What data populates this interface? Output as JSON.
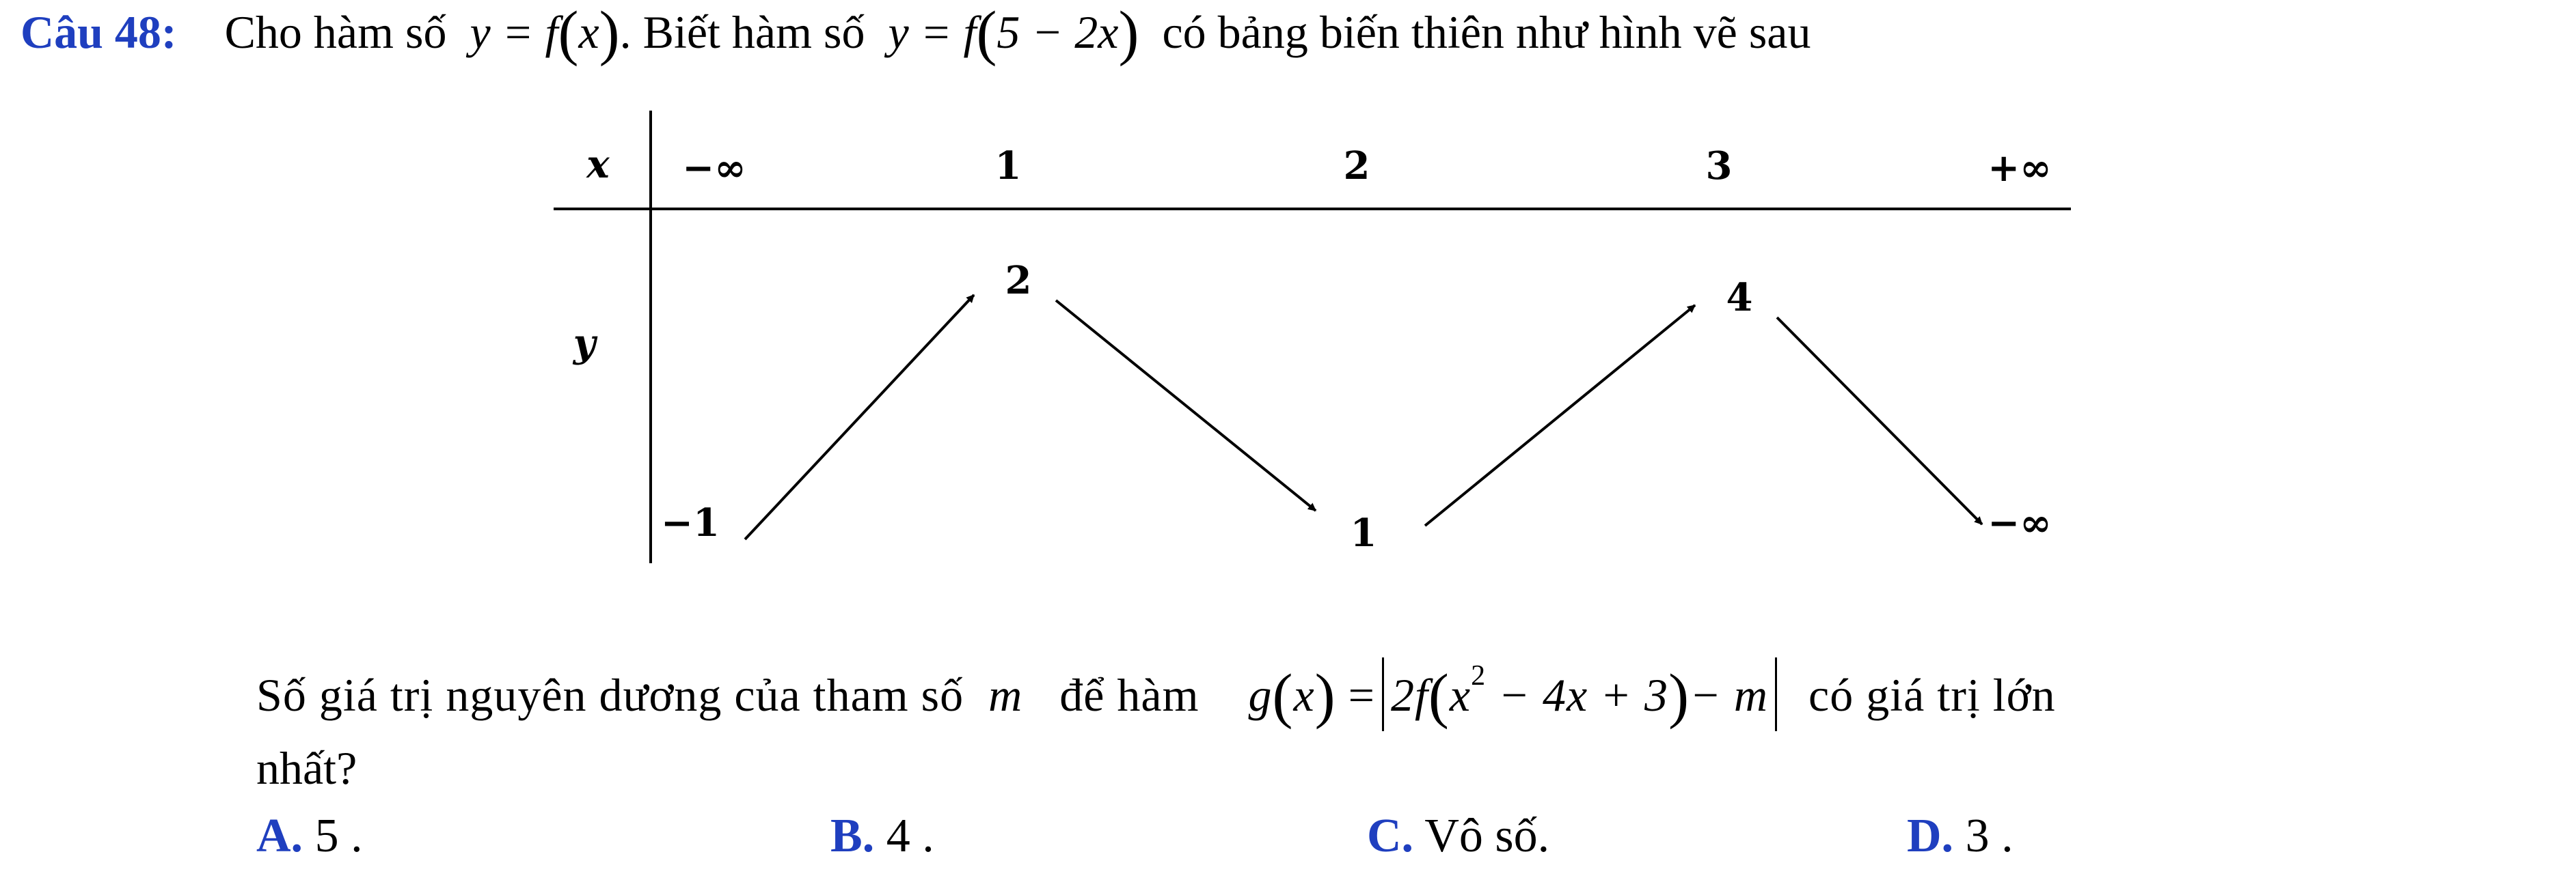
{
  "question": {
    "number": "Câu 48:",
    "text_a": "Cho hàm số",
    "expr_a": "y = f",
    "expr_a_arg": "x",
    "text_b": ". Biết hàm số",
    "expr_b": "y = f",
    "expr_b_arg": "5 − 2x",
    "text_c": "có bảng biến thiên như hình vẽ sau"
  },
  "table": {
    "x_label": "x",
    "y_label": "y",
    "x_values": [
      "−∞",
      "1",
      "2",
      "3",
      "+∞"
    ],
    "y_values": [
      "−1",
      "2",
      "1",
      "4",
      "−∞"
    ]
  },
  "prompt": {
    "text_a": "Số giá trị nguyên dương của tham số",
    "param": "m",
    "text_b": "để hàm",
    "func_name": "g",
    "func_arg": "x",
    "expr_2f": "2f",
    "expr_x": "x",
    "expr_exp": "2",
    "expr_rest": "− 4x + 3",
    "expr_minus_m": "− m",
    "text_c": "có giá trị lớn",
    "text_d": "nhất?"
  },
  "answers": [
    {
      "letter": "A.",
      "text": "5 ."
    },
    {
      "letter": "B.",
      "text": "4 ."
    },
    {
      "letter": "C.",
      "text": "Vô số."
    },
    {
      "letter": "D.",
      "text": "3 ."
    }
  ]
}
